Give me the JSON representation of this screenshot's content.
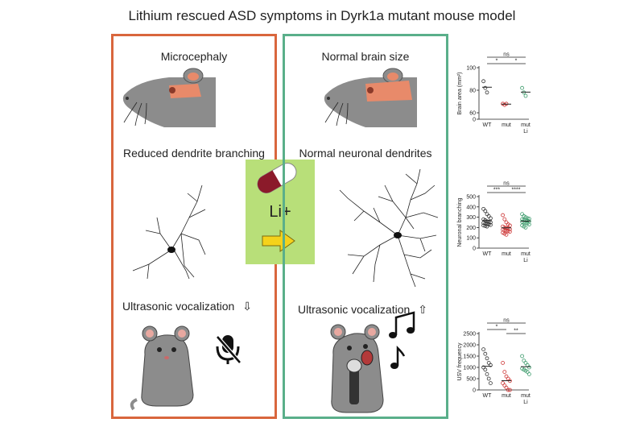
{
  "title": "Lithium rescued ASD symptoms in Dyrk1a mutant mouse model",
  "left_panel": {
    "border_color": "#d9663d",
    "labels": {
      "brain": "Microcephaly",
      "neuron": "Reduced dendrite branching",
      "usv": "Ultrasonic vocalization"
    },
    "usv_arrow": "⇩"
  },
  "right_panel": {
    "border_color": "#5aaf8a",
    "labels": {
      "brain": "Normal brain size",
      "neuron": "Normal neuronal dendrites",
      "usv": "Ultrasonic vocalization"
    },
    "usv_arrow": "⇧"
  },
  "treatment": {
    "label": "Li+",
    "box_color": "#b8df79",
    "arrow_color": "#f5d21b"
  },
  "colors": {
    "mouse_body": "#8c8c8c",
    "brain": "#e88a6a",
    "wt_points": "#333333",
    "mut_points": "#cc3333",
    "li_points": "#3a9a6a"
  },
  "chart_data": [
    {
      "type": "scatter",
      "ylabel": "Brain area (mm²)",
      "yticks": [
        "0",
        "60",
        "80",
        "100"
      ],
      "categories": [
        "WT",
        "mut",
        "mut\nLi"
      ],
      "series": [
        {
          "values": [
            88,
            82,
            78
          ]
        },
        {
          "values": [
            68,
            67,
            68
          ]
        },
        {
          "values": [
            82,
            78,
            75
          ]
        }
      ],
      "significance": [
        "ns",
        "*",
        "*"
      ]
    },
    {
      "type": "scatter",
      "ylabel": "Neuronal branching",
      "yticks": [
        "0",
        "100",
        "200",
        "300",
        "400",
        "500"
      ],
      "categories": [
        "WT",
        "mut",
        "mut\nLi"
      ],
      "series": [
        {
          "values": [
            380,
            360,
            330,
            310,
            290,
            280,
            270,
            260,
            255,
            250,
            245,
            240,
            235,
            230,
            225,
            220,
            215,
            210
          ]
        },
        {
          "values": [
            320,
            280,
            250,
            230,
            220,
            210,
            200,
            195,
            190,
            185,
            180,
            175,
            170,
            165,
            160,
            150,
            140,
            130
          ]
        },
        {
          "values": [
            330,
            310,
            300,
            290,
            285,
            280,
            275,
            270,
            265,
            260,
            255,
            250,
            245,
            240,
            230,
            220,
            210,
            200
          ]
        }
      ],
      "significance": [
        "ns",
        "***",
        "****"
      ]
    },
    {
      "type": "scatter",
      "ylabel": "USV frequency",
      "yticks": [
        "0",
        "500",
        "1000",
        "1500",
        "2000",
        "2500"
      ],
      "categories": [
        "WT",
        "mut",
        "mut\nLi"
      ],
      "series": [
        {
          "values": [
            1800,
            1600,
            1400,
            1200,
            1100,
            1000,
            900,
            700,
            500,
            300
          ]
        },
        {
          "values": [
            1200,
            800,
            600,
            500,
            400,
            300,
            200,
            100,
            0,
            0
          ]
        },
        {
          "values": [
            1500,
            1300,
            1200,
            1100,
            1000,
            950,
            900,
            850,
            800,
            700
          ]
        }
      ],
      "significance": [
        "ns",
        "*",
        "**"
      ]
    }
  ]
}
